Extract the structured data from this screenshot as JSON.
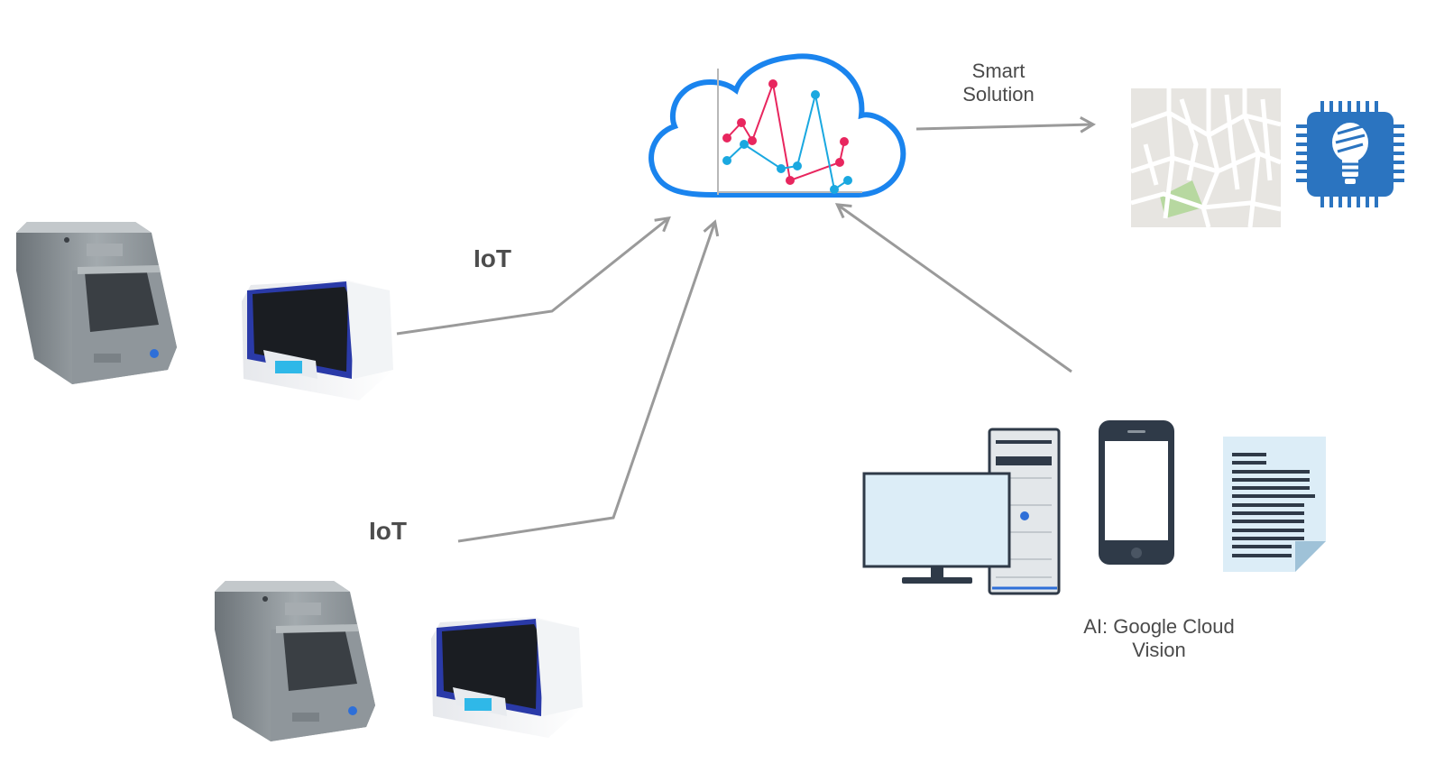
{
  "labels": {
    "iot_top": "IoT",
    "iot_bottom": "IoT",
    "smart_solution_line1": "Smart",
    "smart_solution_line2": "Solution",
    "ai_line1": "AI: Google Cloud",
    "ai_line2": "Vision"
  },
  "colors": {
    "cloud_outline": "#1a84ee",
    "series_pink": "#e8265e",
    "series_cyan": "#1aa8e0",
    "arrow": "#9a9a9a",
    "chip": "#2b74c0",
    "device_blue_trim": "#2a3aa8",
    "device_gray": "#8a9196",
    "monitor_screen": "#dcedf7",
    "document": "#dcedf7"
  },
  "icons": {
    "cloud": "cloud-analytics-icon",
    "map": "map-icon",
    "chip": "chip-bulb-icon",
    "computer": "desktop-computer-icon",
    "phone": "smartphone-icon",
    "document": "document-icon"
  }
}
